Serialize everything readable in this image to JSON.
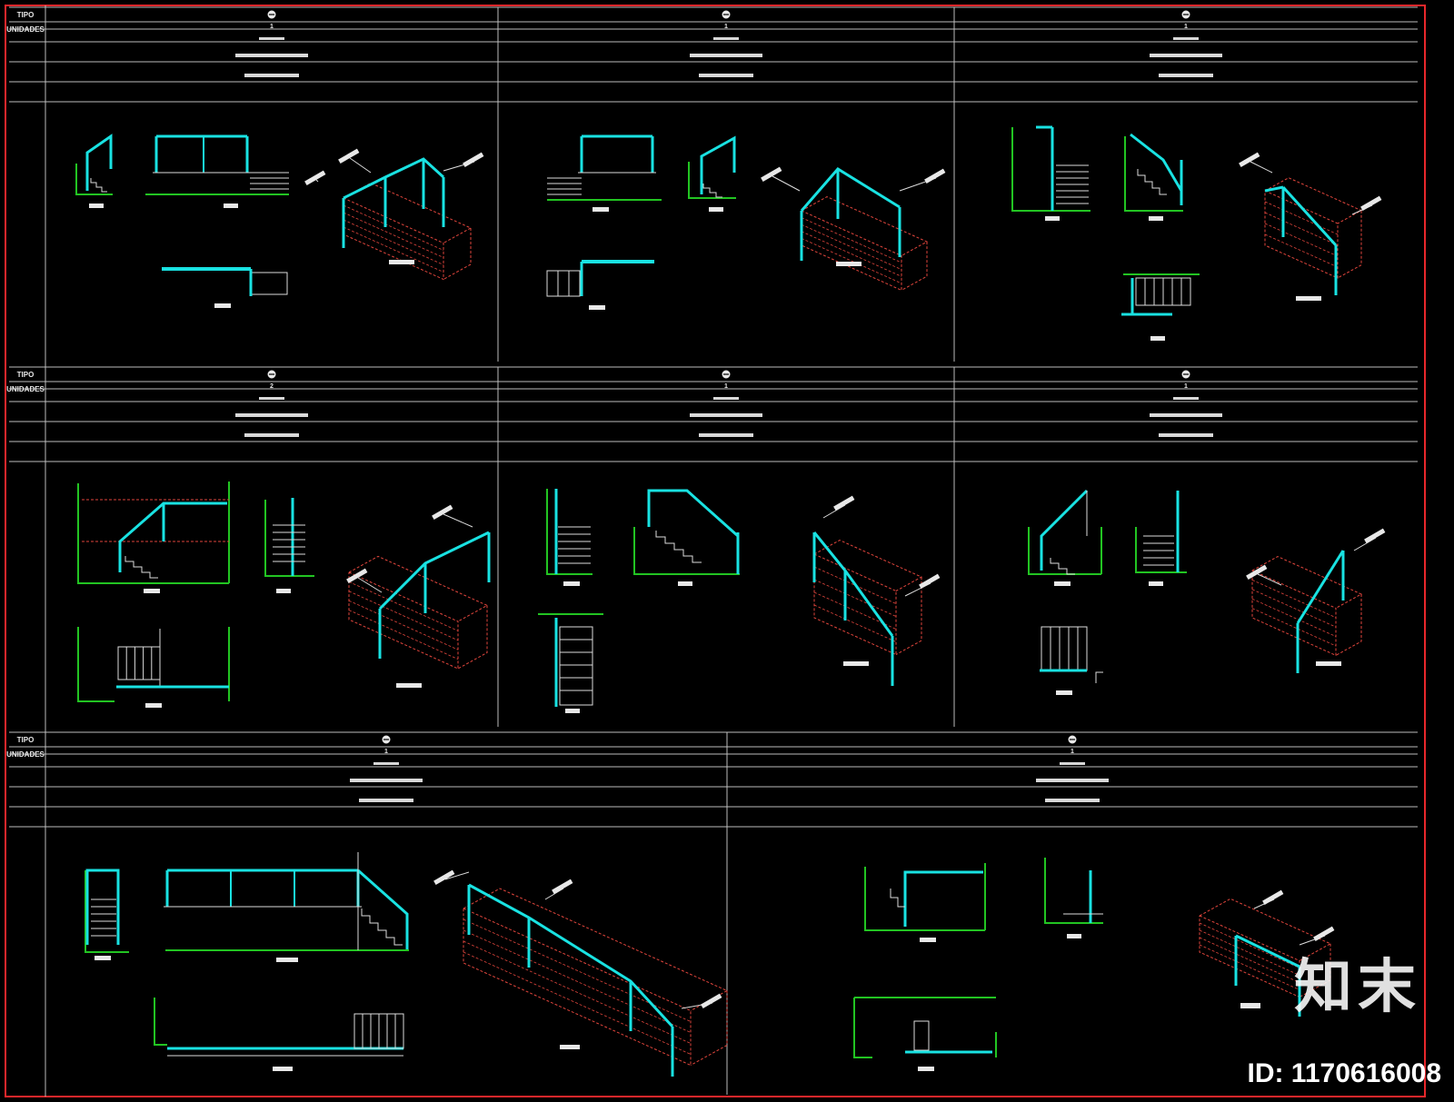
{
  "sheet": {
    "row_labels": {
      "type": "TIPO",
      "units": "UNIDADES"
    },
    "panels": [
      {
        "id": "p1",
        "qty": "1"
      },
      {
        "id": "p2",
        "qty": "1"
      },
      {
        "id": "p3",
        "qty": "1"
      },
      {
        "id": "p4",
        "qty": "2"
      },
      {
        "id": "p5",
        "qty": "1"
      },
      {
        "id": "p6",
        "qty": "1"
      },
      {
        "id": "p7",
        "qty": "1"
      },
      {
        "id": "p8",
        "qty": "1"
      }
    ]
  },
  "watermark": {
    "logo_text": "知末",
    "id_text": "ID: 1170616008"
  },
  "colors": {
    "background": "#000000",
    "frame": "#e8272b",
    "grid": "#bdbdbd",
    "rail": "#19e2e2",
    "wall": "#22c422",
    "hidden": "#e0453c",
    "detail": "#dcdcdc"
  }
}
